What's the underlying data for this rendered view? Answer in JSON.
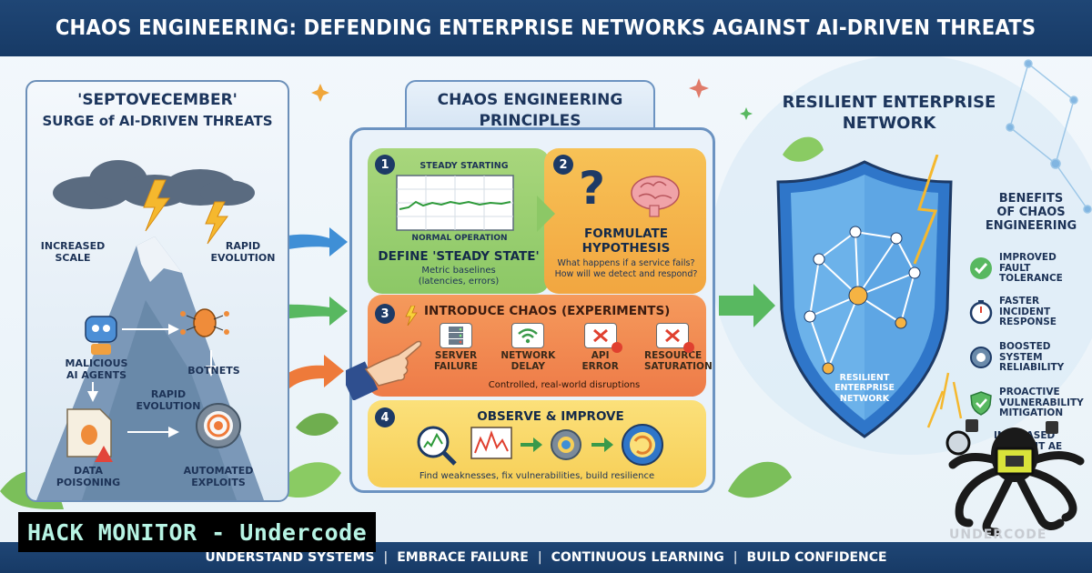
{
  "header": {
    "title": "CHAOS ENGINEERING: DEFENDING ENTERPRISE NETWORKS AGAINST AI-DRIVEN THREATS"
  },
  "left": {
    "title_line1": "'SEPTOVECEMBER'",
    "title_line2": "SURGE of AI-DRIVEN THREATS",
    "increased_scale": [
      "INCREASED",
      "SCALE"
    ],
    "rapid_evolution_top": [
      "RAPID",
      "EVOLUTION"
    ],
    "malicious": [
      "MALICIOUS",
      "AI AGENTS"
    ],
    "botnets": "BOTNETS",
    "rapid_evolution_mid": [
      "RAPID",
      "EVOLUTION"
    ],
    "data_poisoning": [
      "DATA",
      "POISONING"
    ],
    "automated_exploits": [
      "AUTOMATED",
      "EXPLOITS"
    ]
  },
  "center": {
    "title_line1": "CHAOS ENGINEERING",
    "title_line2": "PRINCIPLES",
    "step1": {
      "num": "1",
      "chart_title": "STEADY STARTING",
      "chart_caption": "NORMAL OPERATION",
      "heading": "DEFINE 'STEADY STATE'",
      "desc1": "Metric baselines",
      "desc2": "(latencies, errors)"
    },
    "step2": {
      "num": "2",
      "question_mark": "?",
      "heading1": "FORMULATE",
      "heading2": "HYPOTHESIS",
      "desc1": "What happens if a service fails?",
      "desc2": "How will we detect and respond?"
    },
    "step3": {
      "num": "3",
      "heading": "INTRODUCE CHAOS (EXPERIMENTS)",
      "items": [
        {
          "line1": "SERVER",
          "line2": "FAILURE"
        },
        {
          "line1": "NETWORK",
          "line2": "DELAY"
        },
        {
          "line1": "API",
          "line2": "ERROR"
        },
        {
          "line1": "RESOURCE",
          "line2": "SATURATION"
        }
      ],
      "caption": "Controlled, real-world disruptions"
    },
    "step4": {
      "num": "4",
      "heading": "OBSERVE & IMPROVE",
      "caption": "Find weaknesses, fix vulnerabilities, build resilience"
    }
  },
  "right": {
    "title_line1": "RESILIENT ENTERPRISE",
    "title_line2": "NETWORK",
    "shield_label": [
      "RESILIENT",
      "ENTERPRISE",
      "NETWORK"
    ],
    "benefits_title": [
      "BENEFITS",
      "OF CHAOS",
      "ENGINEERING"
    ],
    "benefits": [
      [
        "IMPROVED",
        "FAULT",
        "TOLERANCE"
      ],
      [
        "FASTER",
        "INCIDENT",
        "RESPONSE"
      ],
      [
        "BOOSTED",
        "SYSTEM",
        "RELIABILITY"
      ],
      [
        "PROACTIVE",
        "VULNERABILITY",
        "MITIGATION"
      ],
      [
        "INCREASED",
        "",
        "FIT AE"
      ]
    ]
  },
  "bottom": {
    "mottos": [
      "UNDERSTAND SYSTEMS",
      "EMBRACE FAILURE",
      "CONTINUOUS LEARNING",
      "BUILD CONFIDENCE"
    ],
    "sep": "|"
  },
  "watermark": {
    "text": "HACK MONITOR - Undercode",
    "logo_text": "UNDERCODE"
  },
  "colors": {
    "navy": "#1d3a66",
    "step1_green": "#8cc866",
    "step2_orange": "#f5b343",
    "step3_red": "#f07f4a",
    "step4_yellow": "#f8d05a",
    "arrow_blue": "#3f8fd6",
    "arrow_green": "#58b860",
    "arrow_orange": "#ee7a3a",
    "shield_blue": "#2f76c9"
  }
}
